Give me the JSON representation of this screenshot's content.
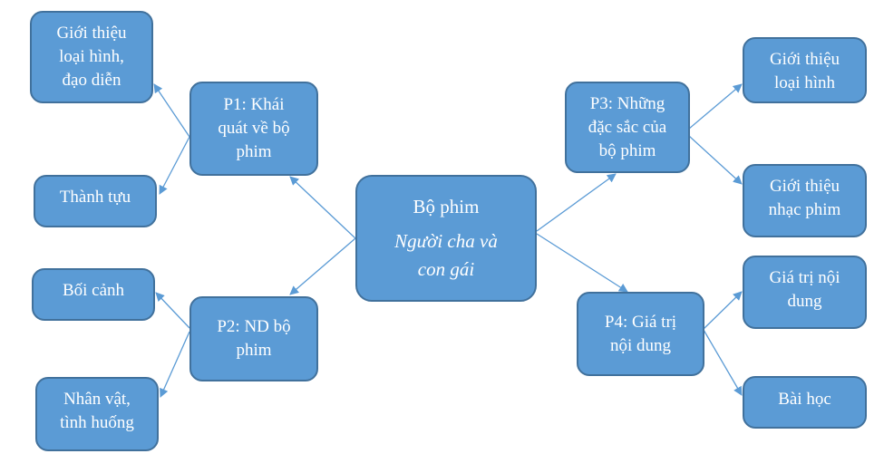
{
  "diagram": {
    "type": "mind-map",
    "colors": {
      "node_fill": "#5b9bd5",
      "node_border": "#41719c",
      "connector": "#5b9bd5",
      "text": "#ffffff"
    },
    "root": {
      "id": "root",
      "title": "Bộ phim",
      "subtitle_lines": [
        "Người cha và",
        "con gái"
      ]
    },
    "branches": [
      {
        "id": "p1",
        "lines": [
          "P1: Khái",
          "quát về bộ",
          "phim"
        ],
        "children": [
          {
            "id": "p1c1",
            "lines": [
              "Giới thiệu",
              "loại hình,",
              "đạo diễn"
            ]
          },
          {
            "id": "p1c2",
            "lines": [
              "Thành tựu"
            ]
          }
        ]
      },
      {
        "id": "p2",
        "lines": [
          "P2: ND bộ",
          "phim"
        ],
        "children": [
          {
            "id": "p2c1",
            "lines": [
              "Bối cảnh"
            ]
          },
          {
            "id": "p2c2",
            "lines": [
              "Nhân vật,",
              "tình huống"
            ]
          }
        ]
      },
      {
        "id": "p3",
        "lines": [
          "P3: Những",
          "đặc sắc của",
          "bộ phim"
        ],
        "children": [
          {
            "id": "p3c1",
            "lines": [
              "Giới thiệu",
              "loại hình"
            ]
          },
          {
            "id": "p3c2",
            "lines": [
              "Giới thiệu",
              "nhạc phim"
            ]
          }
        ]
      },
      {
        "id": "p4",
        "lines": [
          "P4: Giá trị",
          "nội dung"
        ],
        "children": [
          {
            "id": "p4c1",
            "lines": [
              "Giá trị nội",
              "dung"
            ]
          },
          {
            "id": "p4c2",
            "lines": [
              "Bài học"
            ]
          }
        ]
      }
    ]
  }
}
